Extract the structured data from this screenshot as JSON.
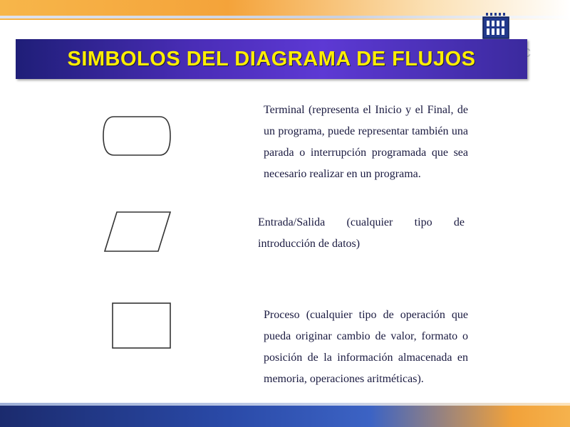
{
  "title": "SIMBOLOS DEL DIAGRAMA DE FLUJOS",
  "symbols": [
    {
      "shape": "terminal",
      "description": "Terminal (representa el Inicio y el Final, de un programa, puede representar también una parada o interrupción programada que sea necesario realizar en un programa."
    },
    {
      "shape": "entrada-salida",
      "description": "Entrada/Salida (cualquier tipo de introducción de datos)"
    },
    {
      "shape": "proceso",
      "description": "Proceso (cualquier tipo de operación que pueda originar cambio de valor, formato o posición de la información almacenada en memoria, operaciones aritméticas)."
    }
  ],
  "colors": {
    "title_text": "#ffee00",
    "title_bg": "#4a2db7",
    "body_text": "#1a1a40"
  }
}
